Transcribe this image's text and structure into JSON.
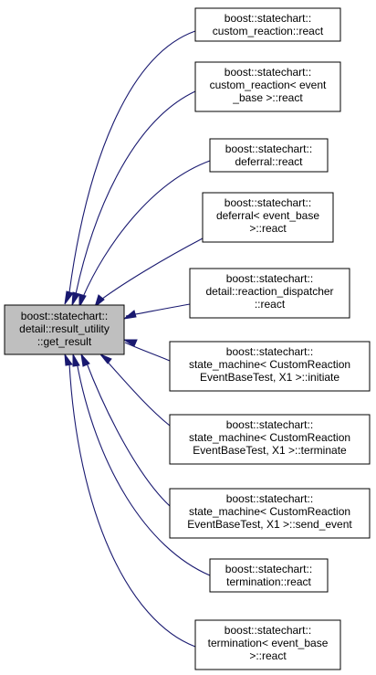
{
  "colors": {
    "edge": "#191970",
    "focus_fill": "#bfbfbf",
    "node_fill": "#ffffff",
    "node_border": "#000000"
  },
  "focus_node": {
    "id": "get_result",
    "lines": [
      "boost::statechart::",
      "detail::result_utility",
      "::get_result"
    ]
  },
  "callers": [
    {
      "id": "custom_reaction_react",
      "lines": [
        "boost::statechart::",
        "custom_reaction::react"
      ]
    },
    {
      "id": "custom_reaction_event_base_react",
      "lines": [
        "boost::statechart::",
        "custom_reaction< event",
        "_base >::react"
      ]
    },
    {
      "id": "deferral_react",
      "lines": [
        "boost::statechart::",
        "deferral::react"
      ]
    },
    {
      "id": "deferral_event_base_react",
      "lines": [
        "boost::statechart::",
        "deferral< event_base",
        ">::react"
      ]
    },
    {
      "id": "reaction_dispatcher_react",
      "lines": [
        "boost::statechart::",
        "detail::reaction_dispatcher",
        "::react"
      ]
    },
    {
      "id": "state_machine_initiate",
      "lines": [
        "boost::statechart::",
        "state_machine< CustomReaction",
        "EventBaseTest, X1 >::initiate"
      ]
    },
    {
      "id": "state_machine_terminate",
      "lines": [
        "boost::statechart::",
        "state_machine< CustomReaction",
        "EventBaseTest, X1 >::terminate"
      ]
    },
    {
      "id": "state_machine_send_event",
      "lines": [
        "boost::statechart::",
        "state_machine< CustomReaction",
        "EventBaseTest, X1 >::send_event"
      ]
    },
    {
      "id": "termination_react",
      "lines": [
        "boost::statechart::",
        "termination::react"
      ]
    },
    {
      "id": "termination_event_base_react",
      "lines": [
        "boost::statechart::",
        "termination< event_base",
        ">::react"
      ]
    }
  ]
}
